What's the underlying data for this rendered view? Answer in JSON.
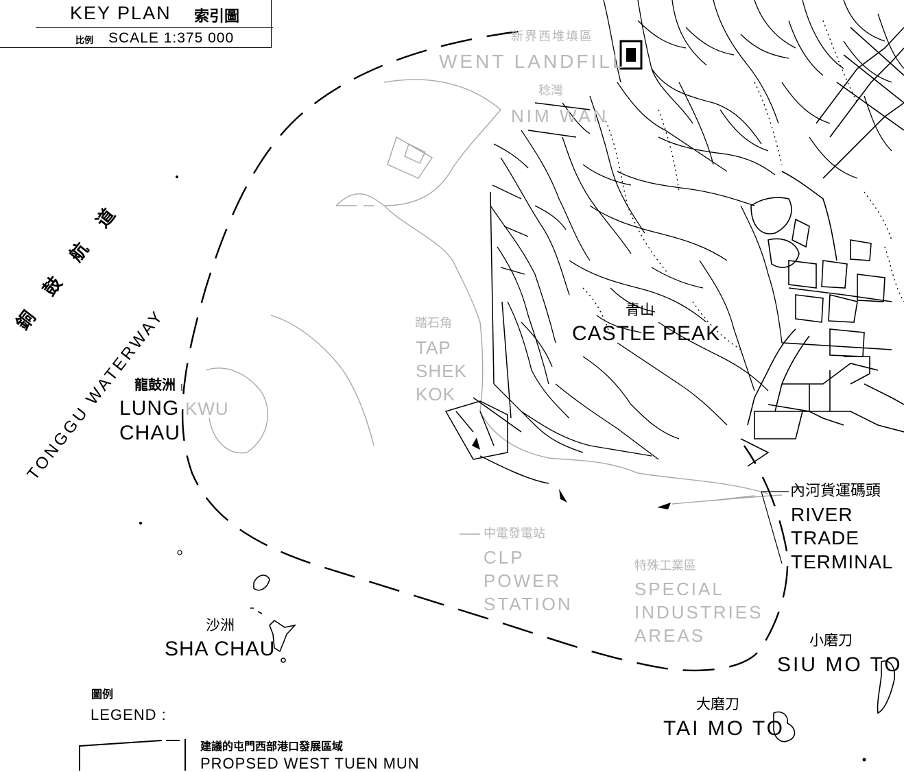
{
  "key_plan": {
    "title": "KEY PLAN",
    "title_cn": "索引圖",
    "scale_cn": "比例",
    "scale": "SCALE 1:375 000"
  },
  "waterway": {
    "name_cn": "銅 鼓 航 道",
    "name": "TONGGU WATERWAY"
  },
  "places": {
    "went_landfill_cn": "新界西堆填區",
    "went_landfill": "WENT LANDFILL",
    "nim_wan_cn": "稔灣",
    "nim_wan": "NIM WAN",
    "castle_peak_cn": "青山",
    "castle_peak": "CASTLE PEAK",
    "tap_shek_kok_cn": "踏石角",
    "tap_shek_kok_1": "TAP",
    "tap_shek_kok_2": "SHEK",
    "tap_shek_kok_3": "KOK",
    "lung_chau_cn": "龍鼓洲",
    "lung_chau_1": "LUNG",
    "lung_chau_2": "CHAU",
    "lung_kwu_fragment": "KWU",
    "clp_cn": "中電發電站",
    "clp_1": "CLP",
    "clp_2": "POWER",
    "clp_3": "STATION",
    "sia_cn": "特殊工業區",
    "sia_1": "SPECIAL",
    "sia_2": "INDUSTRIES",
    "sia_3": "AREAS",
    "rtt_cn": "內河貨運碼頭",
    "rtt_1": "RIVER",
    "rtt_2": "TRADE",
    "rtt_3": "TERMINAL",
    "sha_chau_cn": "沙洲",
    "sha_chau": "SHA CHAU",
    "siu_mo_to_cn": "小磨刀",
    "siu_mo_to": "SIU MO TO",
    "tai_mo_to_cn": "大磨刀",
    "tai_mo_to": "TAI MO TO"
  },
  "legend": {
    "heading_cn": "圖例",
    "heading": "LEGEND :",
    "item_cn": "建議的屯門西部港口發展區域",
    "item": "PROPSED WEST TUEN MUN"
  },
  "colors": {
    "ink": "#000000",
    "faint_text": "#b8b8b8",
    "faint_line": "#9c9c9c",
    "background": "#ffffff"
  }
}
